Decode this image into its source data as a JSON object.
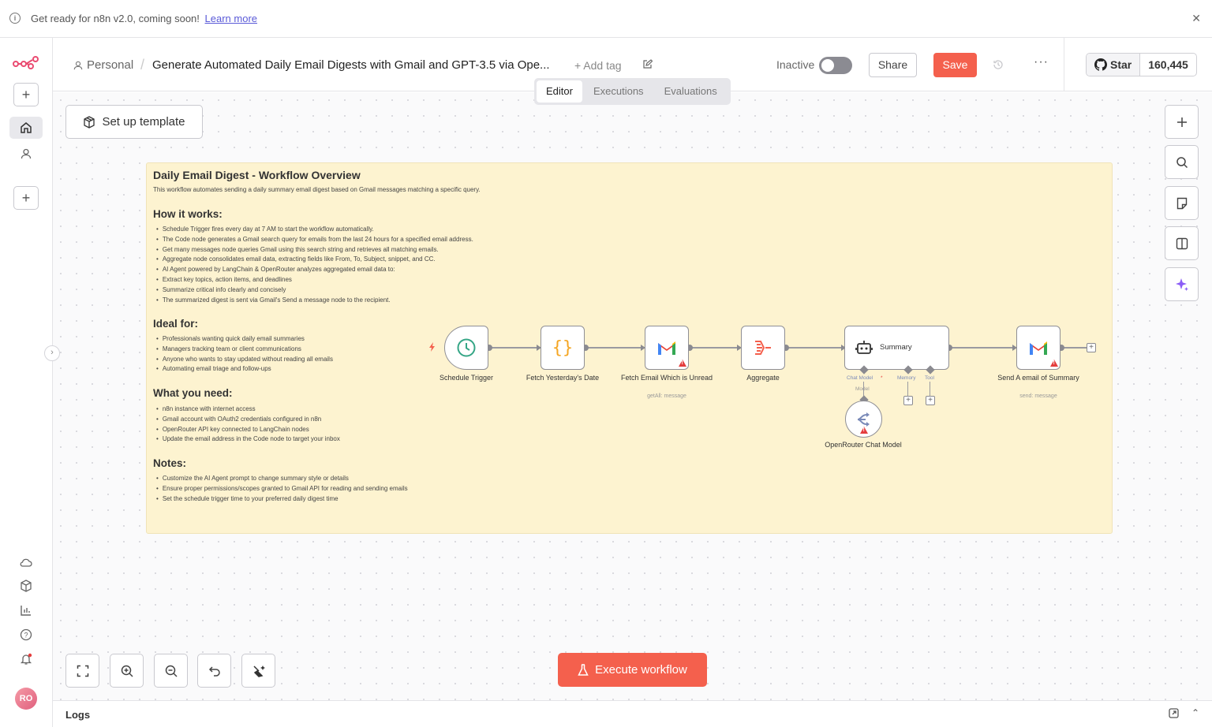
{
  "banner": {
    "message": "Get ready for n8n v2.0, coming soon!",
    "link": "Learn more"
  },
  "header": {
    "project": "Personal",
    "workflow_name": "Generate Automated Daily Email Digests with Gmail and GPT-3.5 via Ope...",
    "add_tag": "+ Add tag",
    "status_label": "Inactive",
    "share": "Share",
    "save": "Save",
    "github_star": "Star",
    "github_count": "160,445"
  },
  "tabs": [
    "Editor",
    "Executions",
    "Evaluations"
  ],
  "setup_template": "Set up template",
  "sticky": {
    "title": "Daily Email Digest - Workflow Overview",
    "intro": "This workflow automates sending a daily summary email digest based on Gmail messages matching a specific query.",
    "sections": [
      {
        "heading": "How it works:",
        "items": [
          "Schedule Trigger fires every day at 7 AM to start the workflow automatically.",
          "The Code node generates a Gmail search query for emails from the last 24 hours for a specified email address.",
          "Get many messages node queries Gmail using this search string and retrieves all matching emails.",
          "Aggregate node consolidates email data, extracting fields like From, To, Subject, snippet, and CC.",
          "AI Agent powered by LangChain & OpenRouter analyzes aggregated email data to:",
          "Extract key topics, action items, and deadlines",
          "Summarize critical info clearly and concisely",
          "The summarized digest is sent via Gmail's Send a message node to the recipient."
        ]
      },
      {
        "heading": "Ideal for:",
        "items": [
          "Professionals wanting quick daily email summaries",
          "Managers tracking team or client communications",
          "Anyone who wants to stay updated without reading all emails",
          "Automating email triage and follow-ups"
        ]
      },
      {
        "heading": "What you need:",
        "items": [
          "n8n instance with internet access",
          "Gmail account with OAuth2 credentials configured in n8n",
          "OpenRouter API key connected to LangChain nodes",
          "Update the email address in the Code node to target your inbox"
        ]
      },
      {
        "heading": "Notes:",
        "items": [
          "Customize the AI Agent prompt to change summary style or details",
          "Ensure proper permissions/scopes granted to Gmail API for reading and sending emails",
          "Set the schedule trigger time to your preferred daily digest time"
        ]
      }
    ]
  },
  "nodes": {
    "schedule": {
      "label": "Schedule Trigger",
      "icon": "clock-icon"
    },
    "code": {
      "label": "Fetch Yesterday's Date",
      "icon": "braces-icon"
    },
    "fetch": {
      "label": "Fetch Email Which is Unread",
      "sub": "getAll: message",
      "icon": "gmail-icon"
    },
    "aggregate": {
      "label": "Aggregate",
      "icon": "aggregate-icon"
    },
    "agent": {
      "label": "Summary",
      "icon": "robot-icon"
    },
    "send": {
      "label": "Send A email of Summary",
      "sub": "send: message",
      "icon": "gmail-icon"
    },
    "model": {
      "label": "OpenRouter Chat Model",
      "icon": "openrouter-icon"
    }
  },
  "agent_inputs": {
    "chat_model": "Chat Model",
    "model_tag": "Model",
    "memory": "Memory",
    "tool": "Tool"
  },
  "execute_button": "Execute workflow",
  "logs": "Logs",
  "avatar_initials": "RO",
  "colors": {
    "accent": "#f4604d",
    "sticky_bg": "#fdf3d0",
    "warning": "#e43d3d",
    "gmail_red": "#ea4335",
    "code_orange": "#f5a623",
    "clock_green": "#35a686"
  }
}
